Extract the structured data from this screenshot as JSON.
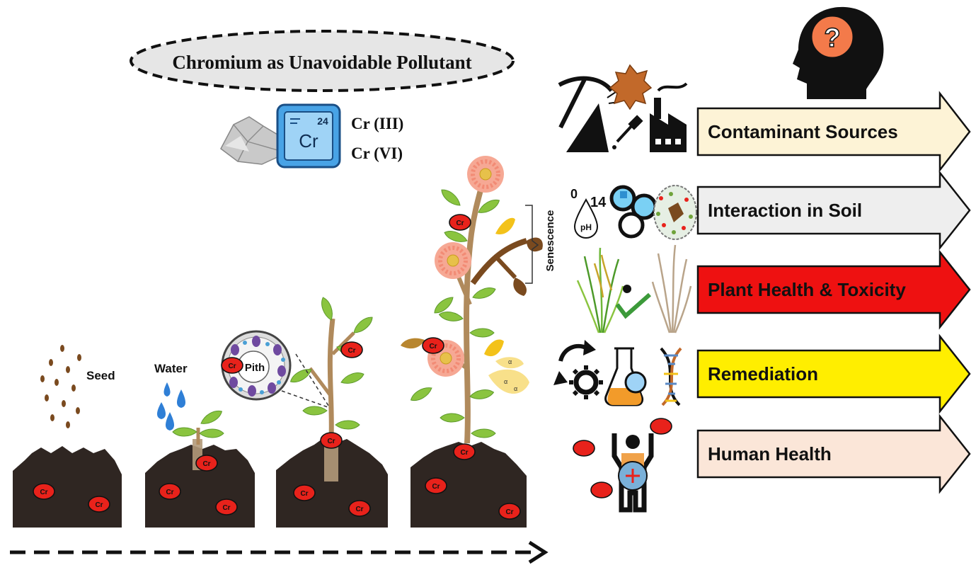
{
  "title": "Chromium as Unavoidable Pollutant",
  "element": {
    "symbol": "Cr",
    "atomic_number": "24",
    "oxidation_states": [
      "Cr (III)",
      "Cr (VI)"
    ]
  },
  "growth_labels": {
    "seed": "Seed",
    "water": "Water",
    "pith": "Pith",
    "senescence": "Senescence",
    "cr_marker": "Cr"
  },
  "ph_scale": {
    "low": "0",
    "high": "14",
    "unit": "pH"
  },
  "arrows": [
    {
      "label": "Contaminant Sources",
      "fill": "#fdf3d6"
    },
    {
      "label": "Interaction in Soil",
      "fill": "#eeeeee"
    },
    {
      "label": "Plant Health & Toxicity",
      "fill": "#ee1111"
    },
    {
      "label": "Remediation",
      "fill": "#ffee00"
    },
    {
      "label": "Human Health",
      "fill": "#fbe6d8"
    }
  ],
  "colors": {
    "cr_marker": "#e8221b",
    "soil": "#2f2622",
    "leaf": "#8ac43f",
    "stem": "#b08a5c",
    "flower": "#f6a894",
    "head_question": "#f37a4a"
  }
}
